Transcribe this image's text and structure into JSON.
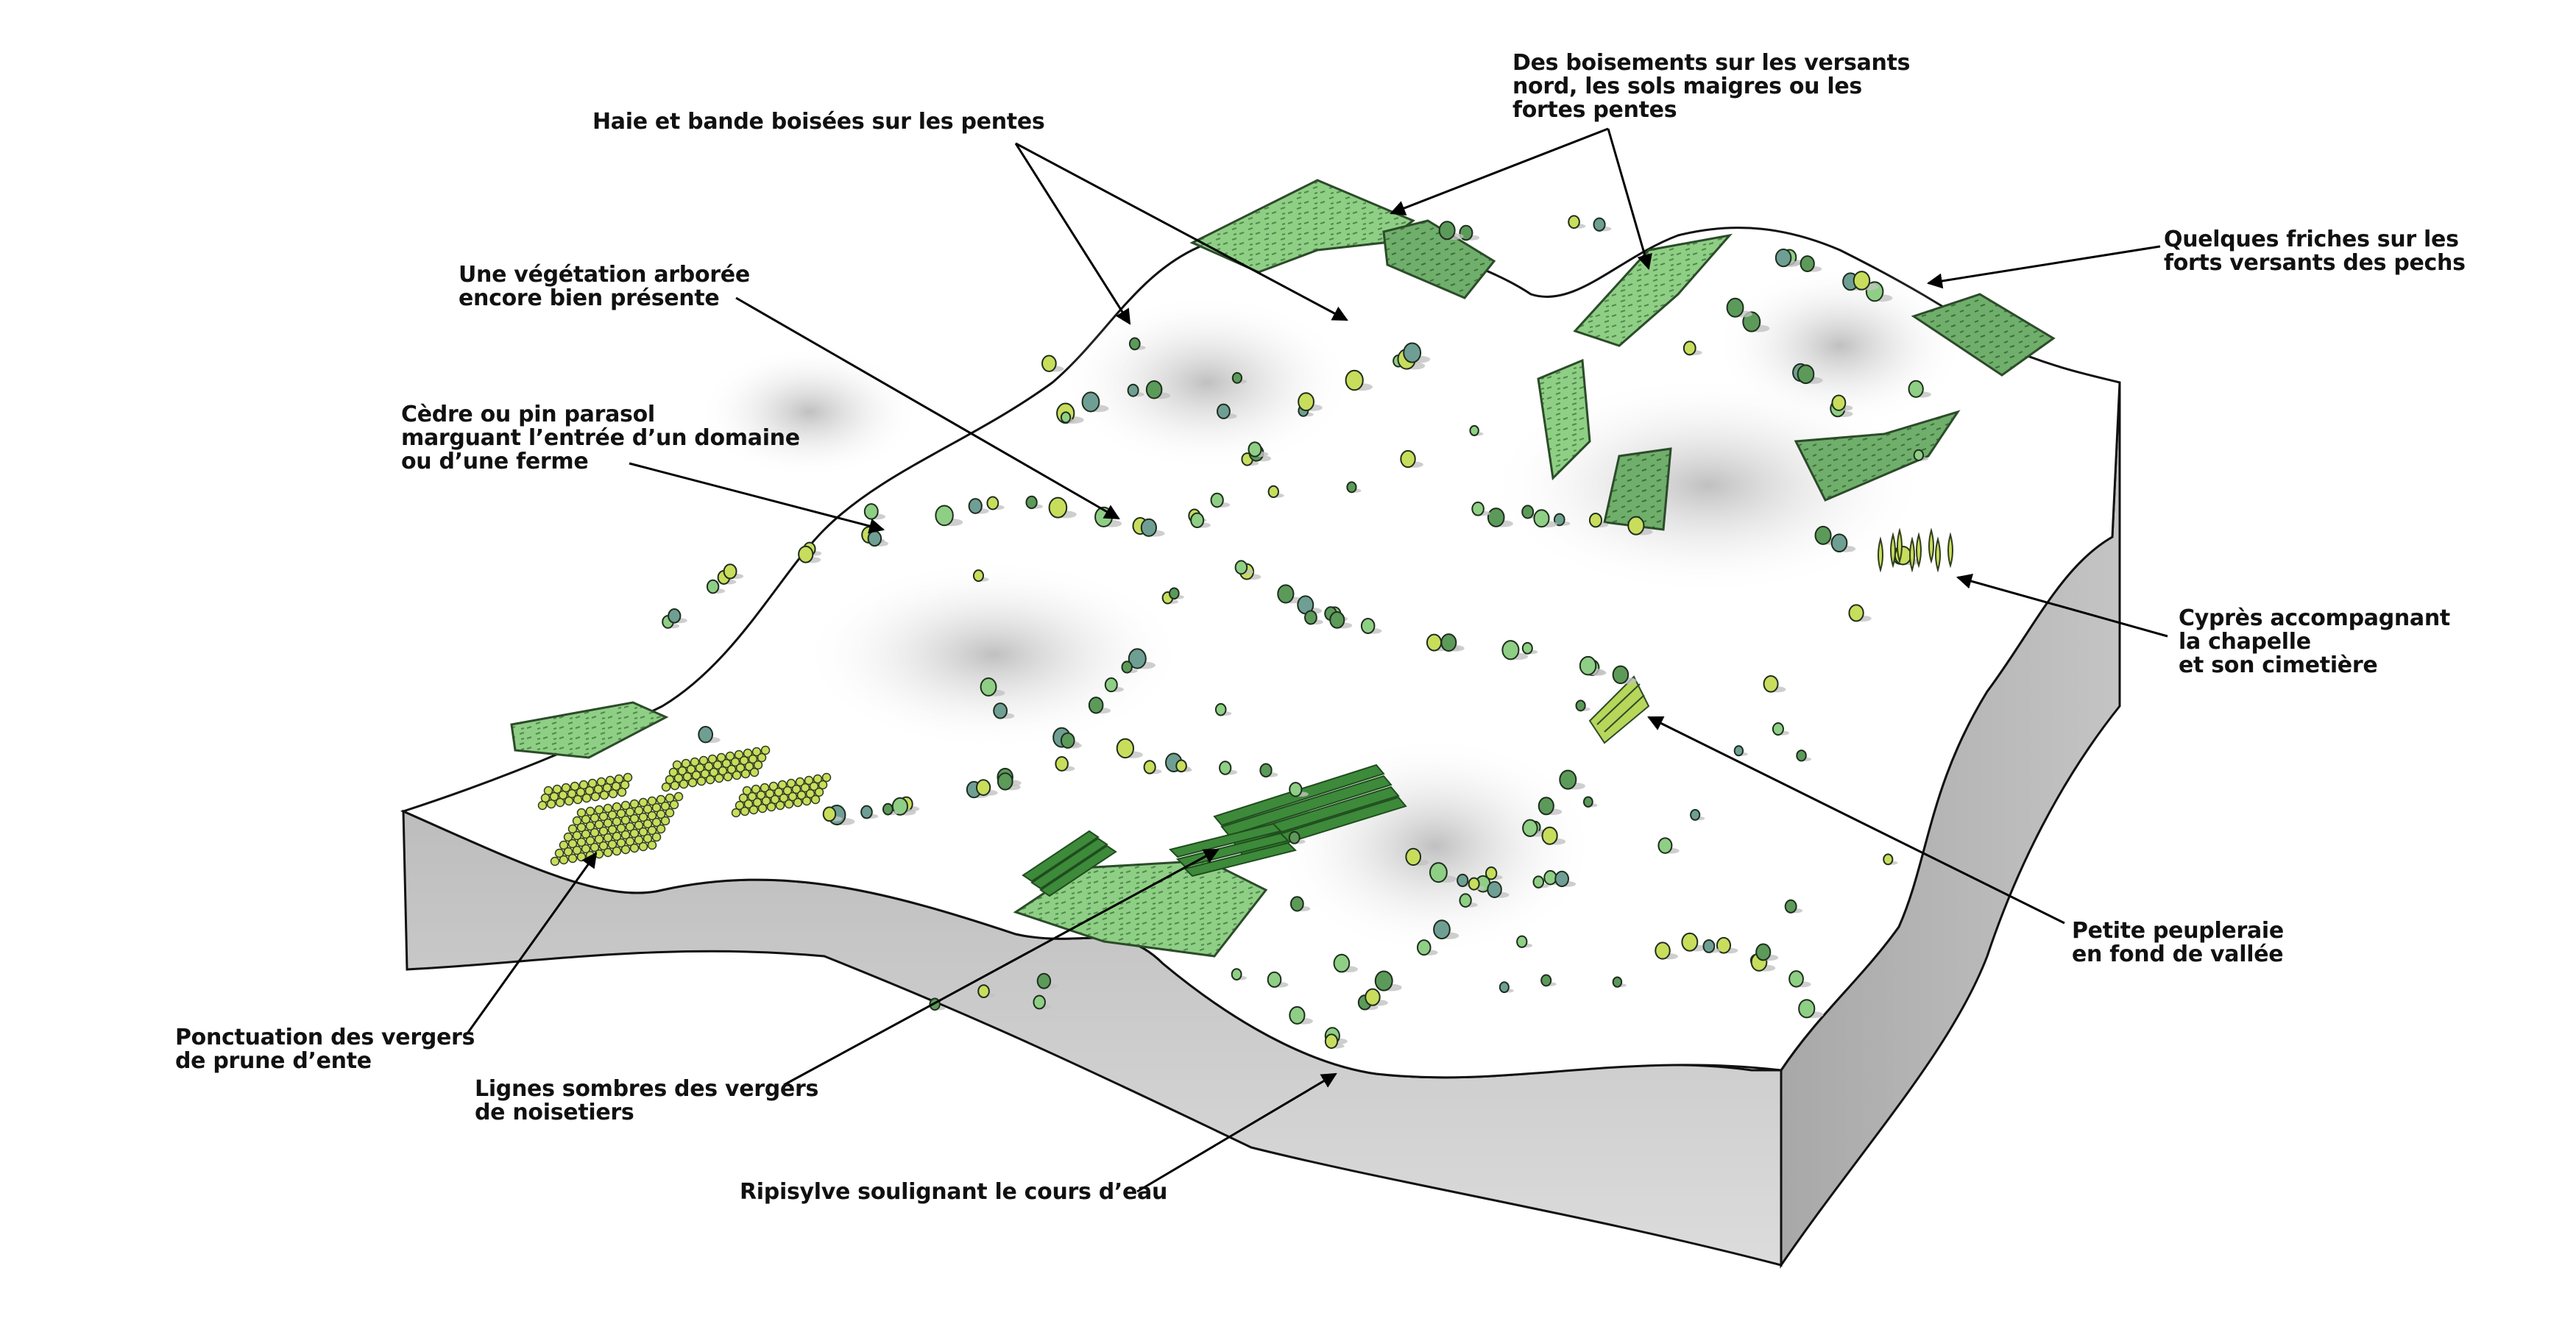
{
  "annotations": {
    "haie": [
      "Haie et bande boisées sur les pentes"
    ],
    "vegetation": [
      "Une végétation arborée",
      "encore bien présente"
    ],
    "cedre": [
      "Cèdre ou pin parasol",
      "marguant l’entrée d’un domaine",
      "ou d’une ferme"
    ],
    "boisements": [
      "Des boisements  sur les versants",
      "nord, les sols maigres ou les",
      "fortes pentes"
    ],
    "friches": [
      "Quelques friches sur les",
      "forts versants des pechs"
    ],
    "cypres": [
      "Cyprès accompagnant",
      "la chapelle",
      "et son cimetière"
    ],
    "peupleraie": [
      "Petite peupleraie",
      "en fond de vallée"
    ],
    "vergers_prune": [
      "Ponctuation des vergers",
      "de prune d’ente"
    ],
    "noisetiers": [
      "Lignes sombres des vergers",
      "de noisetiers"
    ],
    "ripisylve": [
      "Ripisylve soulignant le cours d’eau"
    ]
  },
  "colors": {
    "wood_light": "#8fcf85",
    "wood_dark": "#5c9a5a",
    "orchard_row": "#3d8a3a",
    "poplar": "#b7d65a",
    "tree_yellow": "#c9dd5c",
    "tree_teal": "#6f9f94",
    "block_side": "#c9c9c9",
    "shadow": "#c2c2c2"
  }
}
